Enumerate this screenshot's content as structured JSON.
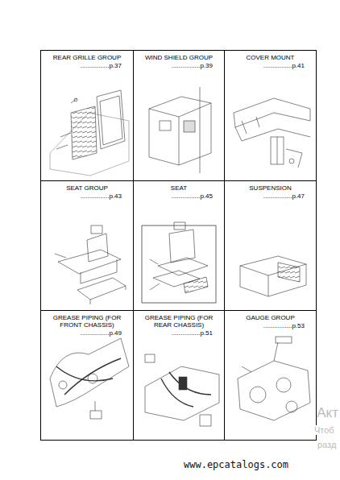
{
  "diagram": {
    "nodes": [
      {
        "text": [
          "REAR GRILLE GROUP",
          "................p.37"
        ]
      },
      {
        "text": [
          "WIND SHIELD GROUP",
          "................p.39"
        ]
      },
      {
        "text": [
          "COVER MOUNT",
          "................p.41"
        ]
      },
      {
        "text": [
          "SEAT GROUP",
          "................p.43"
        ]
      },
      {
        "text": [
          "SEAT",
          "................p.45"
        ]
      },
      {
        "text": [
          "SUSPENSION",
          "................p.47"
        ]
      },
      {
        "text": [
          "GREASE PIPING (FOR FRONT CHASSIS)",
          "................p.49"
        ]
      },
      {
        "text": [
          "GREASE PIPING (FOR REAR CHASSIS)",
          "................p.51"
        ]
      },
      {
        "text": [
          "GAUGE GROUP",
          "................p.53"
        ]
      }
    ],
    "labels": [
      "www.epcatalogs.com",
      "Акт",
      "Чтоб",
      "разд"
    ]
  }
}
